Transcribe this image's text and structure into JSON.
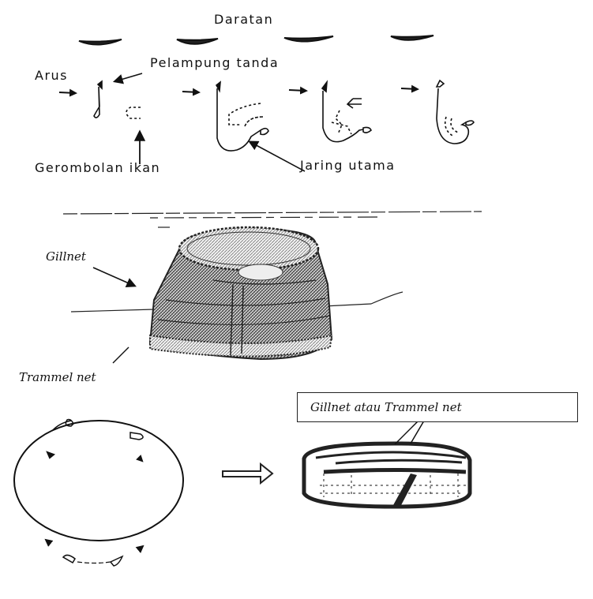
{
  "panel_top": {
    "title": "Daratan",
    "labels": {
      "current": "Arus",
      "marker_buoy": "Pelampung tanda",
      "fish_school": "Gerombolan ikan",
      "main_net": "Jaring utama"
    },
    "stages": 4
  },
  "panel_middle": {
    "labels": {
      "gillnet": "Gillnet",
      "trammel_net": "Trammel net"
    }
  },
  "panel_bottom": {
    "callout": "Gillnet atau Trammel net",
    "arrow": "hollow-right-arrow"
  },
  "colors": {
    "ink": "#111111",
    "background": "#ffffff",
    "mesh": "#555555"
  }
}
